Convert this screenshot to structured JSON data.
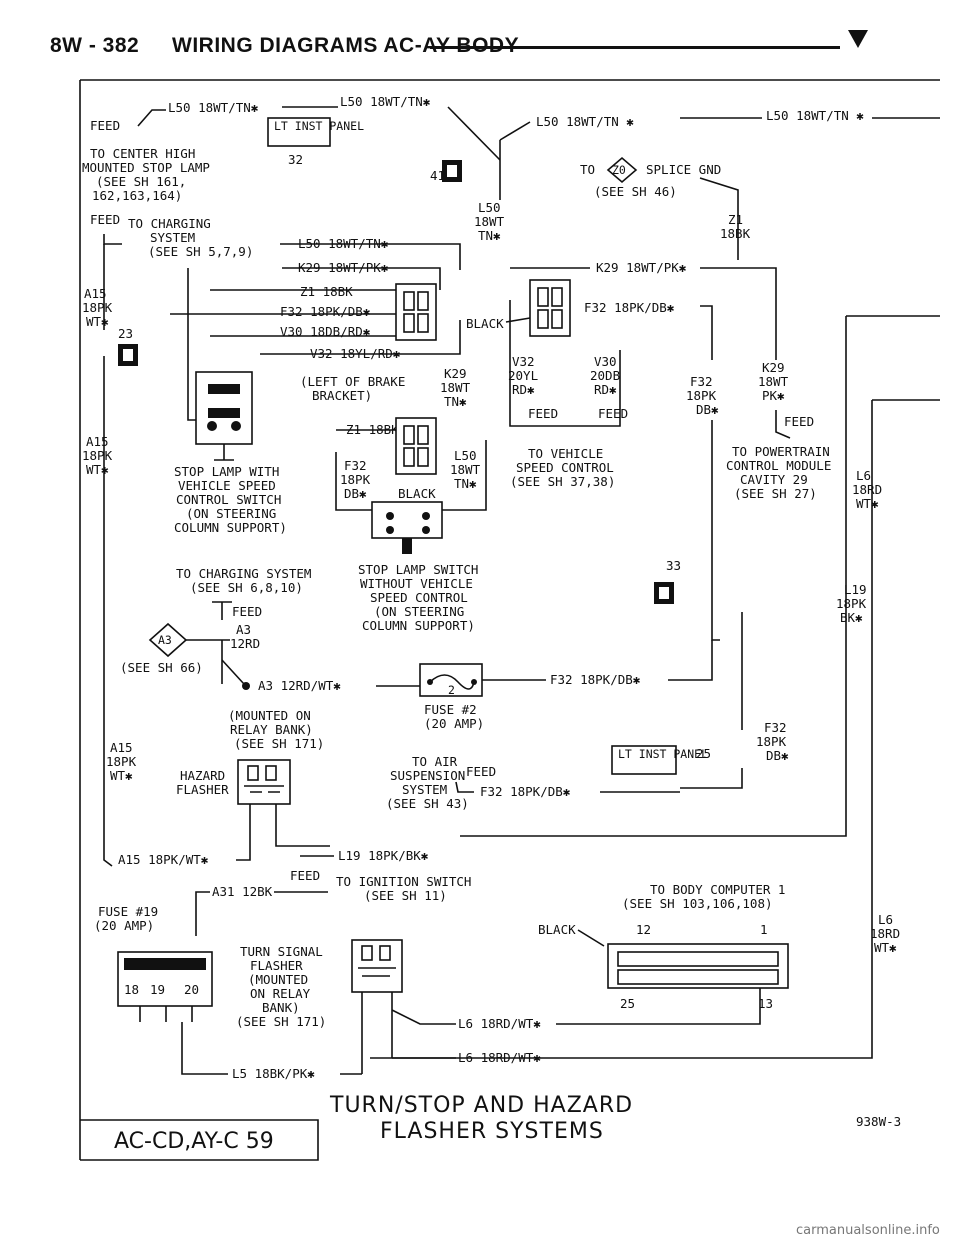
{
  "header": {
    "page_number": "8W - 382",
    "title": "WIRING DIAGRAMS AC-AY BODY"
  },
  "labels": {
    "l50_top_left": "L50 18WT/TN✱",
    "l50_top_mid": "L50 18WT/TN✱",
    "l50_top_right_a": "L50 18WT/TN ✱",
    "l50_top_right_b": "L50 18WT/TN ✱",
    "feed": "FEED",
    "lt_inst_panel": "LT INST PANEL",
    "ip_32": "32",
    "to_chmsl": [
      "TO CENTER HIGH",
      "MOUNTED STOP LAMP",
      "(SEE SH 161,",
      "162,163,164)"
    ],
    "to_charging": [
      "TO CHARGING",
      "SYSTEM",
      "(SEE SH 5,7,9)"
    ],
    "to_z0_splice": "TO",
    "z0": "Z0",
    "splice_gnd": "SPLICE GND",
    "see_sh_46": "(SEE SH 46)",
    "c41": "41",
    "l50_18wt_tn": [
      "L50",
      "18WT",
      "TN✱"
    ],
    "z1_18bk": [
      "Z1",
      "18BK"
    ],
    "a15_top": [
      "A15",
      "18PK",
      "WT✱"
    ],
    "c23": "23",
    "w_l50": "L50 18WT/TN✱",
    "w_k29": "K29 18WT/PK✱",
    "w_z1": "Z1 18BK",
    "w_f32": "F32 18PK/DB✱",
    "w_v30": "V30 18DB/RD✱",
    "w_v32": "V32 18YL/RD✱",
    "w_black": "BLACK",
    "r_k29": "K29 18WT/PK✱",
    "r_f32": "F32 18PK/DB✱",
    "left_brake": [
      "(LEFT OF BRAKE",
      "BRACKET)"
    ],
    "k29_col": [
      "K29",
      "18WT",
      "TN✱"
    ],
    "v32_col": [
      "V32",
      "20YL",
      "RD✱"
    ],
    "v30_col": [
      "V30",
      "20DB",
      "RD✱"
    ],
    "f32_col": [
      "F32",
      "18PK",
      "DB✱"
    ],
    "k29_r": [
      "K29",
      "18WT",
      "PK✱"
    ],
    "feed_labels": [
      "FEED",
      "FEED",
      "FEED"
    ],
    "to_vehicle_speed": [
      "TO VEHICLE",
      "SPEED CONTROL",
      "(SEE SH 37,38)"
    ],
    "to_pcm": [
      "TO POWERTRAIN",
      "CONTROL MODULE",
      "CAVITY 29",
      "(SEE SH 27)"
    ],
    "a15_mid": [
      "A15",
      "18PK",
      "WT✱"
    ],
    "stop_lamp_with": [
      "STOP LAMP WITH",
      "VEHICLE SPEED",
      "CONTROL SWITCH",
      "(ON STEERING",
      "COLUMN SUPPORT)"
    ],
    "z1_18bk_b": "Z1 18BK",
    "f32_b": [
      "F32",
      "18PK",
      "DB✱"
    ],
    "black_b": "BLACK",
    "l50_b": [
      "L50",
      "18WT",
      "TN✱"
    ],
    "l6_top": [
      "L6",
      "18RD",
      "WT✱"
    ],
    "to_charging_b": [
      "TO CHARGING SYSTEM",
      "(SEE SH 6,8,10)"
    ],
    "stop_lamp_without": [
      "STOP LAMP SWITCH",
      "WITHOUT VEHICLE",
      "SPEED CONTROL",
      "(ON STEERING",
      "COLUMN SUPPORT)"
    ],
    "c33": "33",
    "l19_right": [
      "L19",
      "18PK",
      "BK✱"
    ],
    "a3": "A3",
    "a3_12rd": [
      "A3",
      "12RD"
    ],
    "see_sh_66": "(SEE SH 66)",
    "a3_wire": "A3 12RD/WT✱",
    "fuse2_num": "2",
    "f32_wire": "F32 18PK/DB✱",
    "mounted_relay": [
      "(MOUNTED ON",
      "RELAY BANK)",
      "(SEE SH 171)"
    ],
    "fuse2": [
      "FUSE #2",
      "(20 AMP)"
    ],
    "f32_right": [
      "F32",
      "18PK",
      "DB✱"
    ],
    "a15_low": [
      "A15",
      "18PK",
      "WT✱"
    ],
    "hazard_flasher": [
      "HAZARD",
      "FLASHER"
    ],
    "to_air": [
      "TO AIR",
      "SUSPENSION",
      "SYSTEM",
      "(SEE SH 43)"
    ],
    "f32_air": "F32 18PK/DB✱",
    "lt_inst_panel_b": "LT INST PANEL",
    "ip_25": "25",
    "a15_bottom": "A15 18PK/WT✱",
    "l19_bottom": "L19 18PK/BK✱",
    "a31": "A31 12BK",
    "to_ignition": [
      "TO IGNITION SWITCH",
      "(SEE SH 11)"
    ],
    "fuse19": [
      "FUSE #19",
      "(20 AMP)"
    ],
    "fuse19_pins": [
      "18",
      "19",
      "20"
    ],
    "turn_signal": [
      "TURN SIGNAL",
      "FLASHER",
      "(MOUNTED",
      "ON RELAY",
      "BANK)",
      "(SEE SH 171)"
    ],
    "to_body_computer": [
      "TO BODY COMPUTER 1",
      "(SEE SH 103,106,108)"
    ],
    "bc_pins": [
      "12",
      "1",
      "25",
      "13"
    ],
    "black_c": "BLACK",
    "l6_bottom": [
      "L6",
      "18RD",
      "WT✱"
    ],
    "l6_w1": "L6 18RD/WT✱",
    "l6_w2": "L6 18RD/WT✱",
    "l5_wire": "L5 18BK/PK✱"
  },
  "footer": {
    "system_title_1": "TURN/STOP AND HAZARD",
    "system_title_2": "FLASHER SYSTEMS",
    "code": "AC-CD,AY-C 59",
    "figure": "938W-3",
    "watermark": "carmanualsonline.info"
  }
}
